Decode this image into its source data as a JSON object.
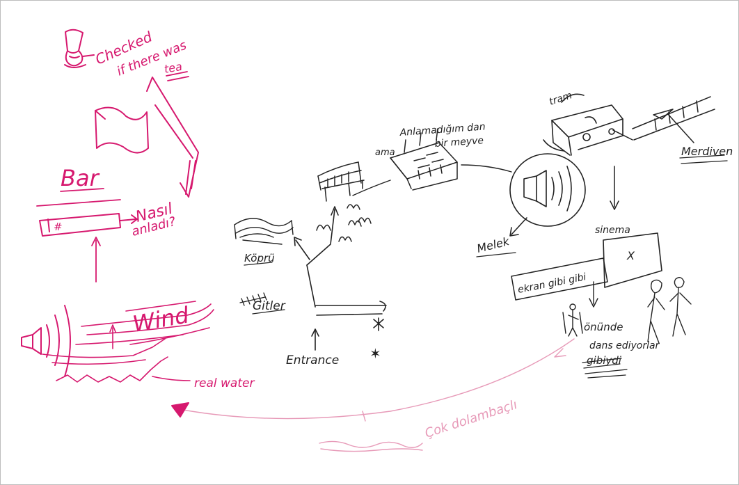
{
  "colors": {
    "ink_black": "#222222",
    "ink_magenta": "#d6186e",
    "ink_faint_pink": "#e79ab8"
  },
  "left_sketch": {
    "checked_line1": "Checked",
    "checked_line2": "if there was",
    "checked_line3": "tea",
    "bar_label": "Bar",
    "bar_hash": "#",
    "nasil_line1": "Nasıl",
    "nasil_line2": "anladı?",
    "wind_label": "Wind",
    "real_water_label": "real water"
  },
  "route_map": {
    "entrance_label": "Entrance",
    "gitler_label": "Gitler",
    "kopru_label": "Köprü",
    "anlamadigim_line1": "Anlamadığım dan",
    "anlamadigim_line2": "bir meyve",
    "ama_label": "ama",
    "tram_label": "tram",
    "merdiven_label": "Merdiven",
    "melek_label": "Melek",
    "sinema_label": "sinema",
    "ekran_label": "ekran gibi gibi",
    "screen_mark": "X",
    "onunde_label": "önünde",
    "dans_label": "dans ediyorlar",
    "gibiydi_label": "gibiydi",
    "cok_label": "Çok dolambaçlı",
    "star_mark": "✶"
  }
}
